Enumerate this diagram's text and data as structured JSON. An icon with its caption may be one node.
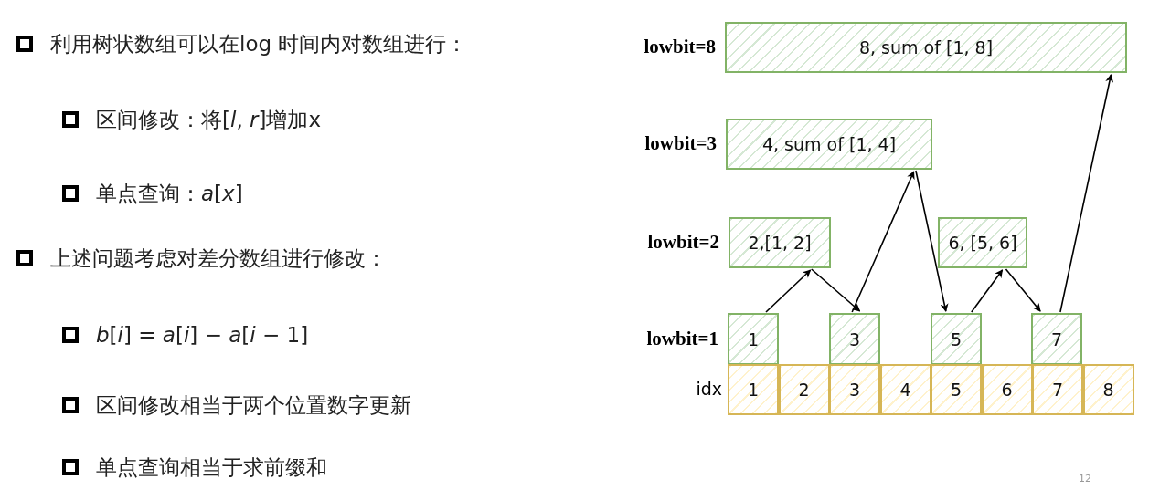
{
  "diagram": {
    "nodes": [
      {
        "text": [
          "8,  sum of [1, 8]"
        ],
        "beside": [
          "lowbit=8"
        ]
      },
      {
        "text": [
          "4, sum of [1, 4]"
        ],
        "beside": [
          "lowbit=3"
        ]
      },
      {
        "text": [
          "2,[1, 2]"
        ],
        "beside": [
          "lowbit=2"
        ]
      },
      {
        "text": [
          "6, [5, 6]"
        ]
      },
      {
        "text": [
          "1"
        ],
        "beside": [
          "lowbit=1"
        ]
      },
      {
        "text": [
          "3"
        ]
      },
      {
        "text": [
          "5"
        ]
      },
      {
        "text": [
          "7"
        ]
      },
      {
        "text": [
          "1"
        ],
        "beside": [
          "idx"
        ]
      },
      {
        "text": [
          "2"
        ]
      },
      {
        "text": [
          "3"
        ]
      },
      {
        "text": [
          "4"
        ]
      },
      {
        "text": [
          "5"
        ]
      },
      {
        "text": [
          "6"
        ]
      },
      {
        "text": [
          "7"
        ]
      },
      {
        "text": [
          "8"
        ]
      }
    ],
    "edges": [
      {
        "from": 4,
        "to": 2,
        "arrow": "to"
      },
      {
        "from": 2,
        "to": 5,
        "arrow": "to"
      },
      {
        "from": 5,
        "to": 1,
        "arrow": "to"
      },
      {
        "from": 1,
        "to": 6,
        "arrow": "to"
      },
      {
        "from": 6,
        "to": 3,
        "arrow": "to"
      },
      {
        "from": 3,
        "to": 7,
        "arrow": "to"
      },
      {
        "from": 7,
        "to": 0,
        "arrow": "to"
      }
    ],
    "labels": [
      "利用树状数组可以在log 时间内对数组进行：",
      "区间修改：将[*l*, *r*]增加x",
      "单点查询：*a*[*x*]",
      "上述问题考虑对差分数组进行修改：",
      "*b*[*i*] = *a*[*i*] − *a*[*i* − 1]",
      "区间修改相当于两个位置数字更新",
      "单点查询相当于求前缀和",
      "12"
    ]
  }
}
